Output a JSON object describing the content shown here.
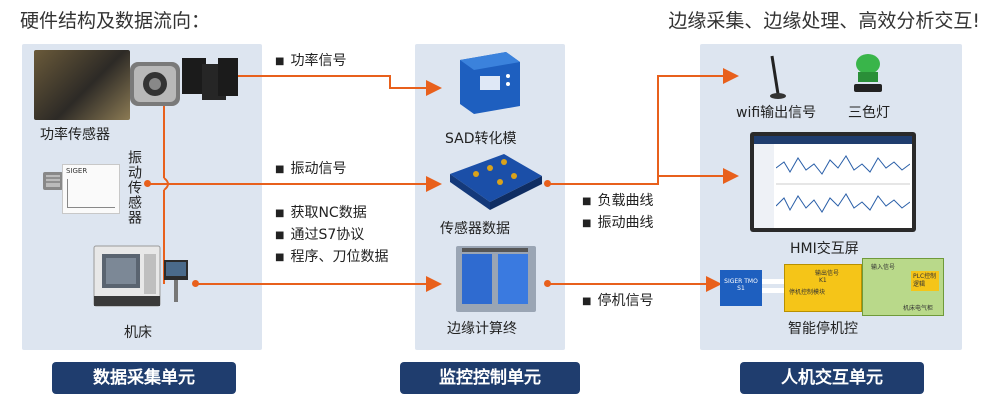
{
  "header": {
    "left_title": "硬件结构及数据流向：",
    "right_title": "边缘采集、边缘处理、高效分析交互!"
  },
  "units": {
    "acquisition": "数据采集单元",
    "monitoring": "监控控制单元",
    "interaction": "人机交互单元"
  },
  "devices": {
    "power_sensor": "功率传感器",
    "vibration_sensor": "振动传感器",
    "machine": "机床",
    "sad_module": "SAD转化模",
    "sensor_data": "传感器数据",
    "edge_terminal": "边缘计算终",
    "wifi": "wifi输出信号",
    "tricolor": "三色灯",
    "hmi": "HMI交互屏",
    "smart_stop": "智能停机控"
  },
  "signals": {
    "power": "功率信号",
    "vibration": "振动信号",
    "nc_data": "获取NC数据",
    "s7": "通过S7协议",
    "program_tool": "程序、刀位数据",
    "load_curve": "负载曲线",
    "vib_curve": "振动曲线",
    "stop_signal": "停机信号"
  },
  "thumbs": {
    "siger_small": "SIGER",
    "siger_tmo": "SIGER TMO S1",
    "stop_in": "输出信号",
    "stop_k": "K1",
    "stop_ctrl": "停机控制模块",
    "stop_input": "输入信号",
    "plc": "PLC控制逻辑",
    "machine_ele": "机床电气柜"
  },
  "colors": {
    "flow": "#e8601c",
    "panel": "#dde5f0",
    "footer": "#1f3d6e"
  }
}
